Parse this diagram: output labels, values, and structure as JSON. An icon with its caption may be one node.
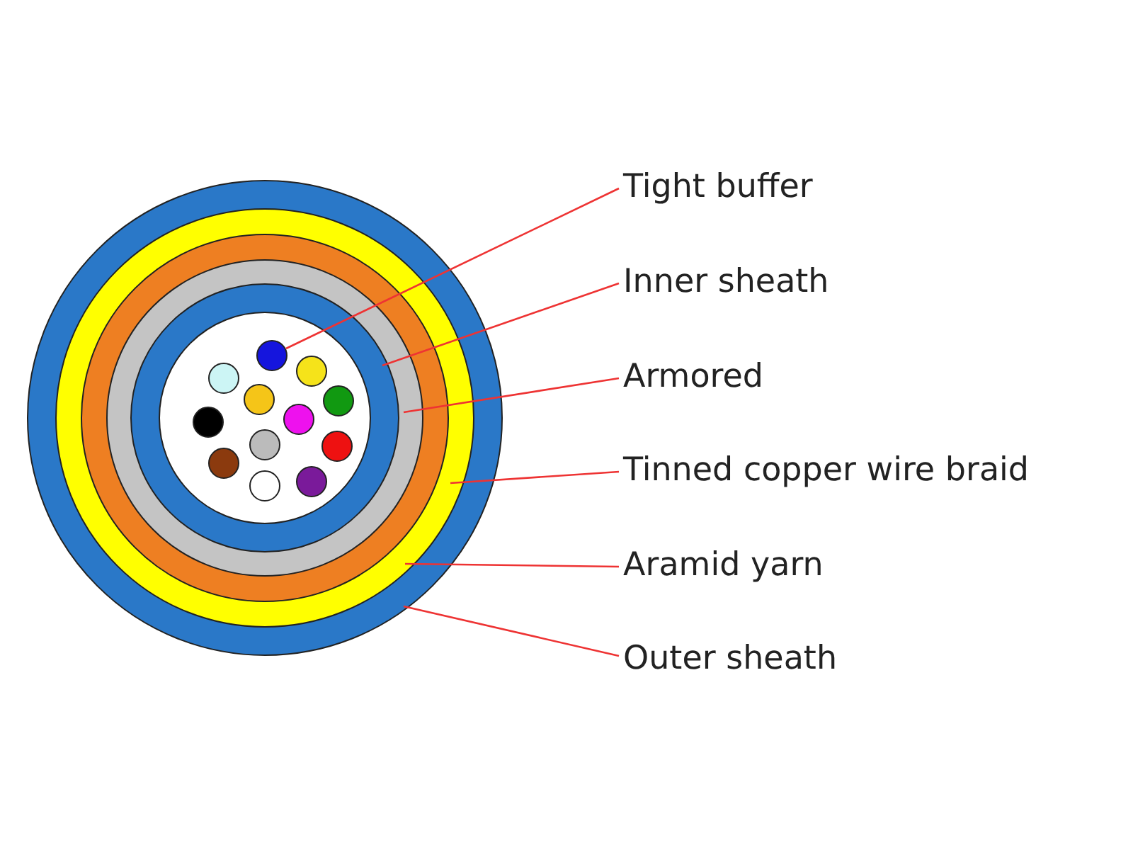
{
  "diagram": {
    "nodes": [
      {
        "text": [
          "Tight buffer"
        ]
      },
      {
        "text": [
          "Inner sheath"
        ]
      },
      {
        "text": [
          "Armored"
        ]
      },
      {
        "text": [
          "Tinned copper wire braid"
        ]
      },
      {
        "text": [
          "Aramid yarn"
        ]
      },
      {
        "text": [
          "Outer sheath"
        ]
      },
      {
        "text": [],
        "shape": "circle",
        "in": 7
      },
      {
        "text": [],
        "shape": "circle",
        "in": 8
      },
      {
        "text": [],
        "shape": "circle",
        "in": 9
      },
      {
        "text": [],
        "shape": "circle",
        "in": 10
      },
      {
        "text": [],
        "shape": "circle",
        "in": 11
      },
      {
        "text": [],
        "shape": "circle"
      }
    ],
    "edges": [
      {
        "from": 0,
        "to": 6,
        "arrow": "none"
      },
      {
        "from": 1,
        "to": 7,
        "arrow": "none"
      },
      {
        "from": 2,
        "to": 8,
        "arrow": "none"
      },
      {
        "from": 3,
        "to": 9,
        "arrow": "none"
      },
      {
        "from": 4,
        "to": 10,
        "arrow": "none"
      },
      {
        "from": 5,
        "to": 11,
        "arrow": "none"
      }
    ]
  }
}
